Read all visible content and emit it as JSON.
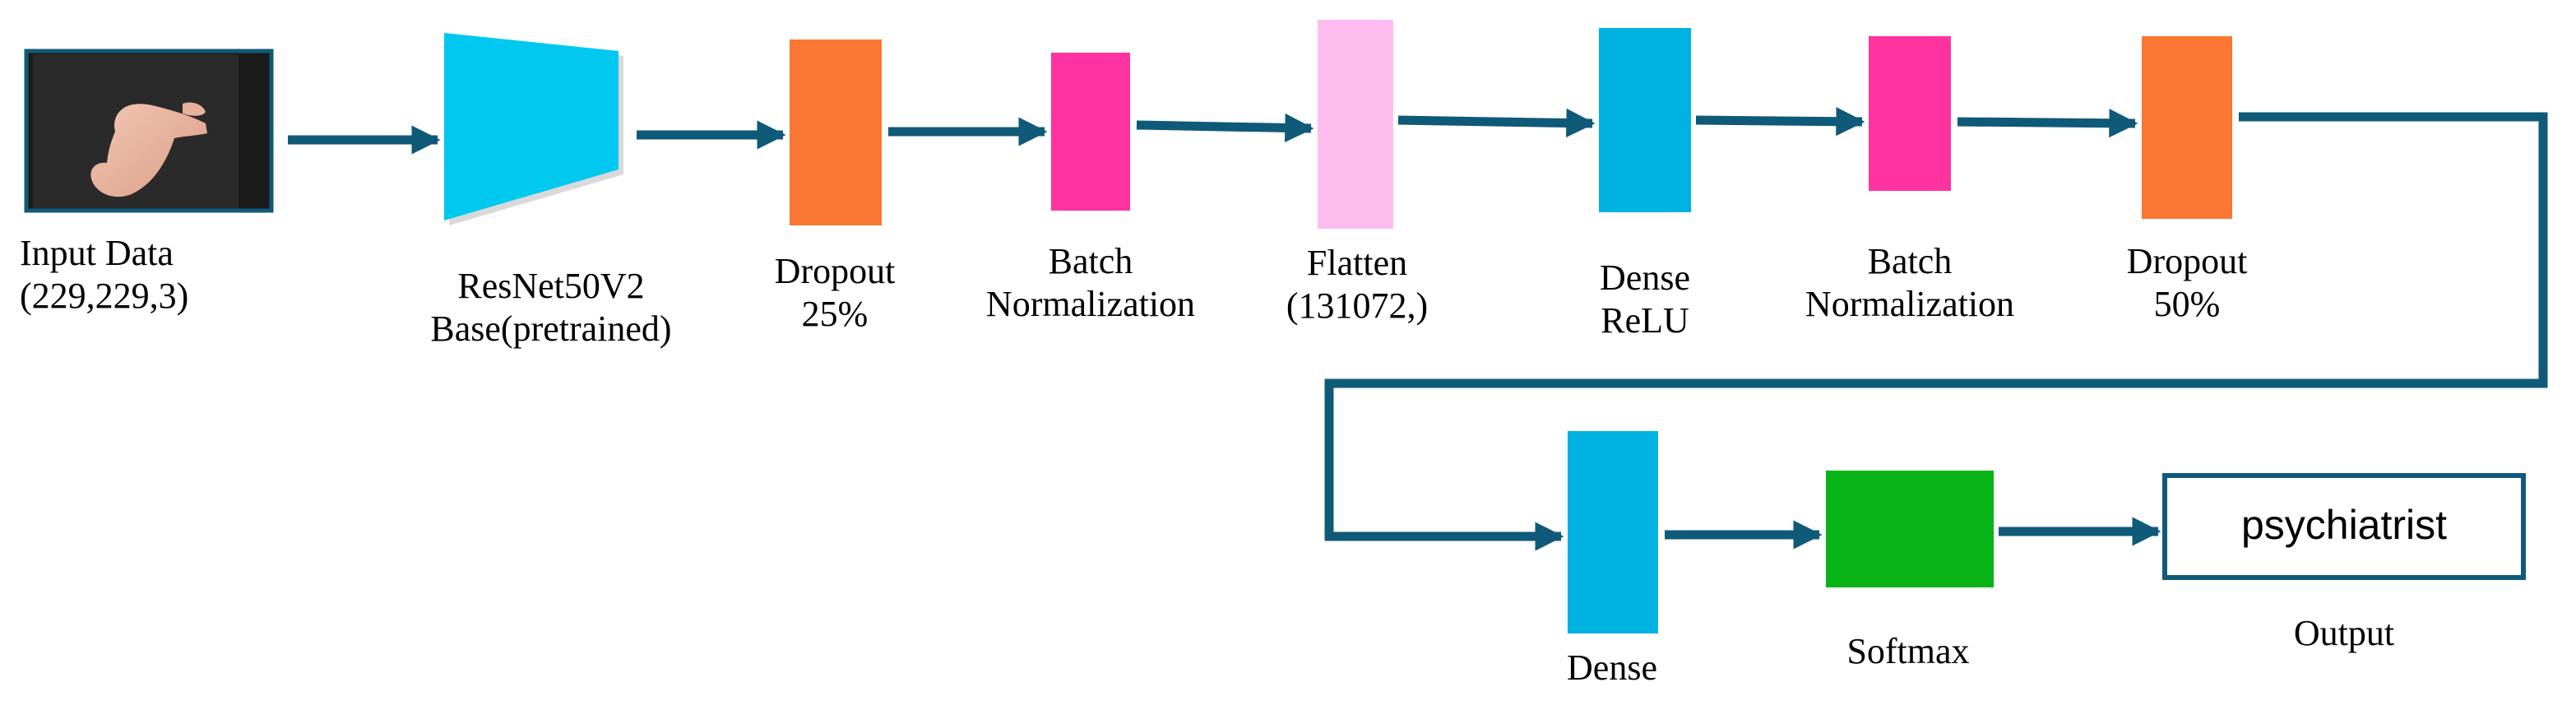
{
  "colors": {
    "arrow": "#0f5a78",
    "frame": "#0f5a78",
    "resnet": "#00c8ef",
    "dropout": "#f97633",
    "batchnorm": "#ff33a0",
    "flatten": "#ffbcee",
    "dense": "#00b2e2",
    "softmax": "#07b317"
  },
  "nodes": {
    "input": {
      "line1": "Input Data",
      "line2": "(229,229,3)",
      "image": "hand-sign-photo"
    },
    "resnet": {
      "line1": "ResNet50V2",
      "line2": "Base(pretrained)"
    },
    "dropout1": {
      "line1": "Dropout",
      "line2": "25%"
    },
    "batchnorm1": {
      "line1": "Batch",
      "line2": "Normalization"
    },
    "flatten": {
      "line1": "Flatten",
      "line2": "(131072,)"
    },
    "dense1": {
      "line1": "Dense",
      "line2": "ReLU"
    },
    "batchnorm2": {
      "line1": "Batch",
      "line2": "Normalization"
    },
    "dropout2": {
      "line1": "Dropout",
      "line2": "50%"
    },
    "dense2": {
      "line1": "Dense"
    },
    "softmax": {
      "line1": "Softmax"
    },
    "output": {
      "value": "psychiatrist",
      "label": "Output"
    }
  }
}
